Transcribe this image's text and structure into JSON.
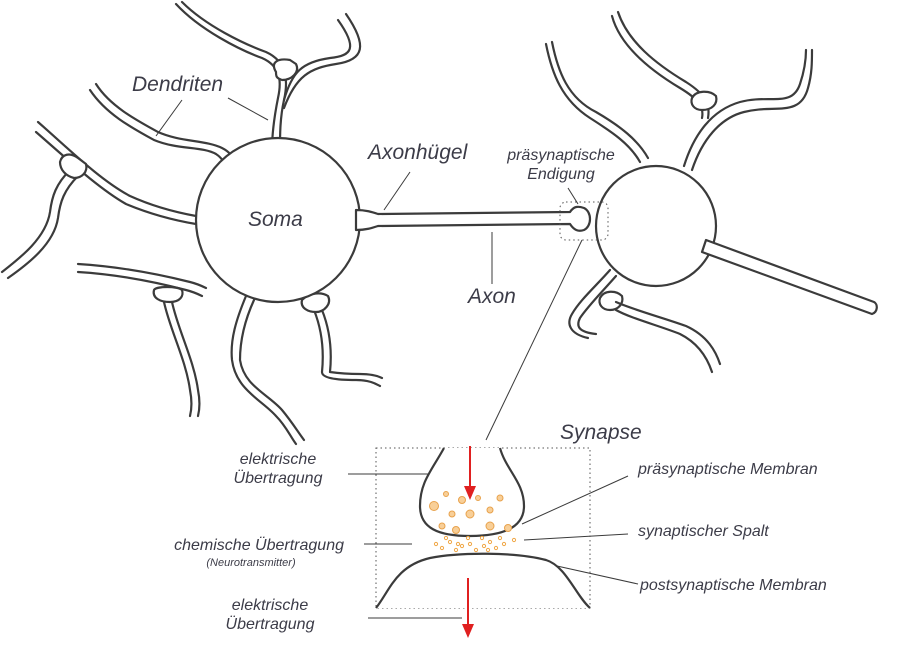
{
  "labels": {
    "dendrites": "Dendriten",
    "soma": "Soma",
    "axon_hillock": "Axonhügel",
    "presynaptic_ending_line1": "präsynaptische",
    "presynaptic_ending_line2": "Endigung",
    "axon": "Axon",
    "synapse_title": "Synapse",
    "electrical_top_line1": "elektrische",
    "electrical_top_line2": "Übertragung",
    "chemical": "chemische Übertragung",
    "neurotransmitter": "(Neurotransmitter)",
    "electrical_bottom_line1": "elektrische",
    "electrical_bottom_line2": "Übertragung",
    "presynaptic_membrane": "präsynaptische Membran",
    "synaptic_cleft": "synaptischer Spalt",
    "postsynaptic_membrane": "postsynaptische Membran"
  },
  "colors": {
    "outline": "#3b3b3b",
    "text": "#3c3c48",
    "signal_arrow": "#e02020",
    "vesicle_fill": "#f8cf98",
    "vesicle_stroke": "#e8a24c",
    "neurotransmitter_dot": "#f0a848"
  },
  "icons": {
    "signal_arrow": "red-down-arrow-icon"
  }
}
